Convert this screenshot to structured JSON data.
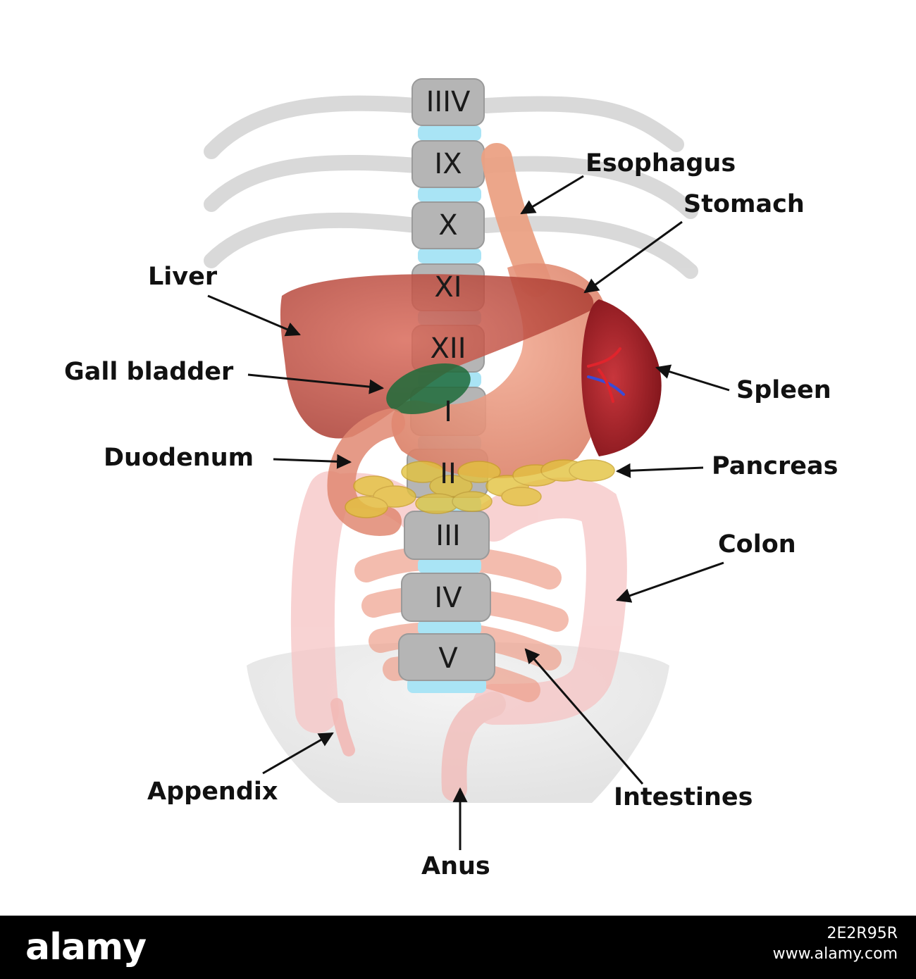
{
  "labels": {
    "esophagus": "Esophagus",
    "stomach": "Stomach",
    "liver": "Liver",
    "gall_bladder": "Gall bladder",
    "spleen": "Spleen",
    "duodenum": "Duodenum",
    "pancreas": "Pancreas",
    "colon": "Colon",
    "appendix": "Appendix",
    "intestines": "Intestines",
    "anus": "Anus"
  },
  "vertebrae": {
    "thoracic": [
      "IIIV",
      "IX",
      "X",
      "XI",
      "XII"
    ],
    "lumbar": [
      "I",
      "II",
      "III",
      "IV",
      "V"
    ]
  },
  "colors": {
    "liver": "#c0483a",
    "stomach": "#e8947a",
    "esophagus": "#eba184",
    "gall_bladder": "#1d6b3a",
    "pancreas": "#e3c23e",
    "colon": "#f6c4c4",
    "intestines": "#eea08c",
    "spleen": "#a8232b",
    "vertebra": "#b5b5b5",
    "disc": "#a9e4f5",
    "rib": "#d3d3d3"
  },
  "footer": {
    "brand": "alamy",
    "url": "www.alamy.com",
    "image_id": "2E2R95R"
  }
}
